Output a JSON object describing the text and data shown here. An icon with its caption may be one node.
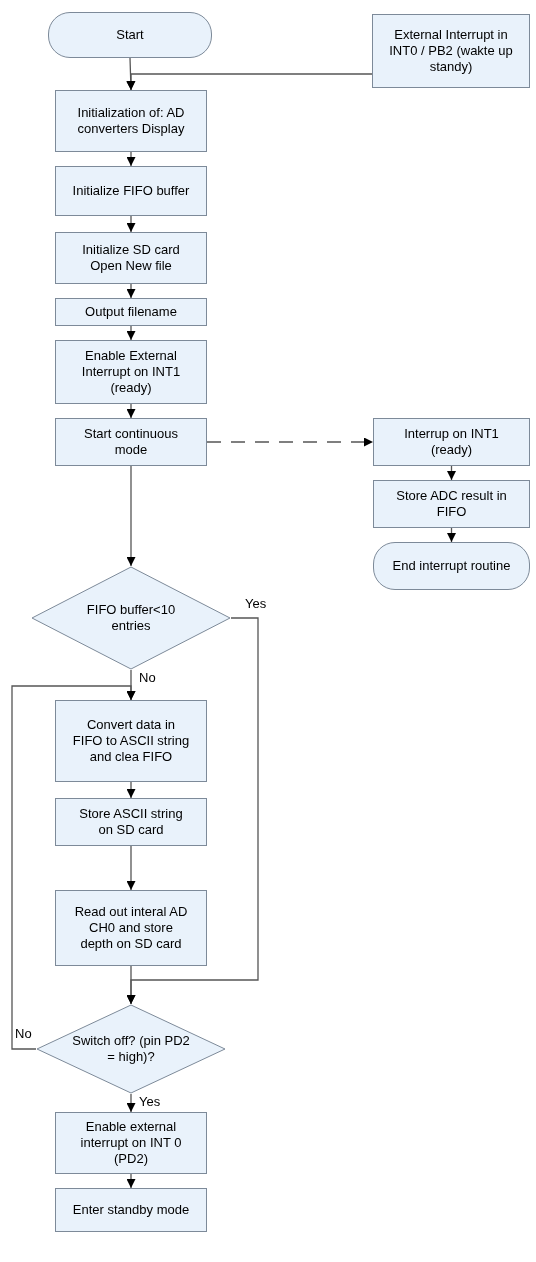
{
  "diagram": {
    "nodes": [
      {
        "text": [
          "Start"
        ]
      },
      {
        "text": [
          "External Interrupt in INT0 / PB2 (wakte up standy)"
        ]
      },
      {
        "text": [
          "Initialization of: AD converters Display"
        ]
      },
      {
        "text": [
          "Initialize FIFO buffer"
        ]
      },
      {
        "text": [
          "Initialize SD card Open New file"
        ]
      },
      {
        "text": [
          "Output filename"
        ]
      },
      {
        "text": [
          "Enable External Interrupt on INT1 (ready)"
        ]
      },
      {
        "text": [
          "Start continuous mode"
        ]
      },
      {
        "text": [
          "Interrup on INT1 (ready)"
        ]
      },
      {
        "text": [
          "Store ADC result in FIFO"
        ]
      },
      {
        "text": [
          "End interrupt routine"
        ]
      },
      {
        "text": [
          "FIFO buffer<10 entries"
        ]
      },
      {
        "text": [
          "Convert data in FIFO to ASCII string and clea FIFO"
        ]
      },
      {
        "text": [
          "Store ASCII string on SD card"
        ]
      },
      {
        "text": [
          "Read out interal AD CH0 and store depth on SD card"
        ]
      },
      {
        "text": [
          "Switch off? (pin PD2 = high)?"
        ]
      },
      {
        "text": [
          "Enable external interrupt on INT 0 (PD2)"
        ]
      },
      {
        "text": [
          "Enter standby mode"
        ]
      }
    ],
    "edges": [
      {
        "from": 0,
        "to": 2,
        "arrow": "to"
      },
      {
        "from": 1,
        "to": 2,
        "arrow": "to"
      },
      {
        "from": 2,
        "to": 3,
        "arrow": "to"
      },
      {
        "from": 3,
        "to": 4,
        "arrow": "to"
      },
      {
        "from": 4,
        "to": 5,
        "arrow": "to"
      },
      {
        "from": 5,
        "to": 6,
        "arrow": "to"
      },
      {
        "from": 6,
        "to": 7,
        "arrow": "to"
      },
      {
        "from": 7,
        "to": 8,
        "arrow": "to",
        "style": "dashed"
      },
      {
        "from": 8,
        "to": 9,
        "arrow": "to"
      },
      {
        "from": 9,
        "to": 10,
        "arrow": "to"
      },
      {
        "from": 7,
        "to": 11,
        "arrow": "to"
      },
      {
        "from": 11,
        "to": 12,
        "arrow": "to",
        "label": "No"
      },
      {
        "from": 11,
        "to": 15,
        "arrow": "to",
        "label": "Yes"
      },
      {
        "from": 12,
        "to": 13,
        "arrow": "to"
      },
      {
        "from": 13,
        "to": 14,
        "arrow": "to"
      },
      {
        "from": 14,
        "to": 15,
        "arrow": "to"
      },
      {
        "from": 15,
        "to": 12,
        "arrow": "to",
        "label": "No"
      },
      {
        "from": 15,
        "to": 16,
        "arrow": "to",
        "label": "Yes"
      },
      {
        "from": 16,
        "to": 17,
        "arrow": "to"
      }
    ]
  }
}
